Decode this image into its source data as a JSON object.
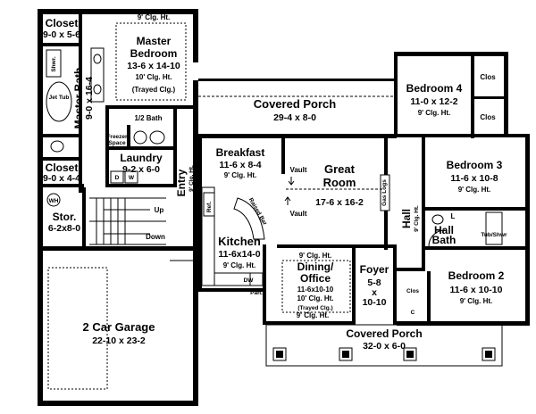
{
  "rooms": {
    "closet_top": {
      "name": "Closet",
      "dims": "9-0 x 5-6"
    },
    "master_bedroom": {
      "name1": "Master",
      "name2": "Bedroom",
      "dims": "13-6 x 14-10",
      "clg": "10' Clg. Ht.",
      "trayed": "(Trayed Clg.)",
      "clg_top": "9' Clg. Ht."
    },
    "master_bath": {
      "name": "Master Bath",
      "dims": "9-0 x 16-4",
      "jet_tub": "Jet Tub",
      "shwr": "Shwr."
    },
    "half_bath": {
      "name": "1/2 Bath"
    },
    "laundry": {
      "name": "Laundry",
      "dims": "9-2 x 6-0",
      "freezer1": "Freezer",
      "freezer2": "Space",
      "d": "D",
      "w": "W"
    },
    "closet_lower": {
      "name": "Closet",
      "dims": "9-0 x 4-4"
    },
    "entry": {
      "name": "Entry",
      "clg": "9' Clg. Ht."
    },
    "storage": {
      "name": "Stor.",
      "dims": "6-2x8-0",
      "wh": "WH"
    },
    "stairs": {
      "up": "Up",
      "down": "Down"
    },
    "garage": {
      "name": "2 Car Garage",
      "dims": "22-10 x 23-2"
    },
    "covered_porch_rear": {
      "name": "Covered Porch",
      "dims": "29-4 x 8-0"
    },
    "breakfast": {
      "name": "Breakfast",
      "dims": "11-6 x 8-4",
      "clg": "9' Clg. Ht."
    },
    "great_room": {
      "name1": "Great",
      "name2": "Room",
      "dims": "17-6 x 16-2",
      "vault": "Vault",
      "gas_logs": "Gas Logs"
    },
    "kitchen": {
      "name": "Kitchen",
      "dims": "11-6x14-0",
      "clg": "9' Clg. Ht.",
      "raised_bar": "Raised Bar",
      "ref": "Ref.",
      "dw": "DW",
      "pan": "Pan."
    },
    "dining": {
      "name1": "Dining/",
      "name2": "Office",
      "dims": "11-6x10-10",
      "clg": "10' Clg. Ht.",
      "trayed": "(Trayed Clg.)",
      "clg_top": "9' Clg. Ht.",
      "clg_bottom": "9' Clg. Ht."
    },
    "foyer": {
      "name": "Foyer",
      "dim1": "5-8",
      "dim2": "x",
      "dim3": "10-10"
    },
    "hall": {
      "name": "Hall",
      "clg": "9' Clg. Ht."
    },
    "hall_bath": {
      "name1": "Hall",
      "name2": "Bath",
      "tub": "Tub/Shwr",
      "l": "L"
    },
    "bedroom4": {
      "name": "Bedroom 4",
      "dims": "11-0 x 12-2",
      "clg": "9' Clg. Ht.",
      "clos": "Clos"
    },
    "bedroom3": {
      "name": "Bedroom 3",
      "dims": "11-6 x 10-8",
      "clg": "9' Clg. Ht."
    },
    "bedroom2": {
      "name": "Bedroom 2",
      "dims": "11-6 x 10-10",
      "clg": "9' Clg. Ht.",
      "clos": "Clos",
      "c": "C"
    },
    "covered_porch_front": {
      "name": "Covered Porch",
      "dims": "32-0 x 6-0"
    }
  }
}
